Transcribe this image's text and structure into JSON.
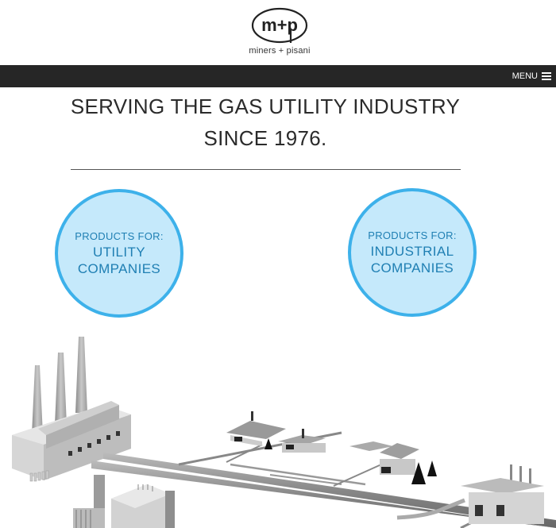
{
  "brand": {
    "logo_mark": "m+p",
    "name": "miners + pisani"
  },
  "nav": {
    "menu_label": "MENU",
    "menu_icon": "hamburger-icon"
  },
  "hero": {
    "title_line1": "SERVING THE GAS UTILITY INDUSTRY",
    "title_line2": "SINCE 1976."
  },
  "cards": [
    {
      "prefix": "PRODUCTS FOR:",
      "line1": "UTILITY",
      "line2": "COMPANIES"
    },
    {
      "prefix": "PRODUCTS FOR:",
      "line1": "INDUSTRIAL",
      "line2": "COMPANIES"
    }
  ],
  "colors": {
    "navbar": "#262626",
    "circle_fill": "#c5e9fb",
    "circle_border": "#3db1ea",
    "circle_text": "#1f7fb3"
  }
}
